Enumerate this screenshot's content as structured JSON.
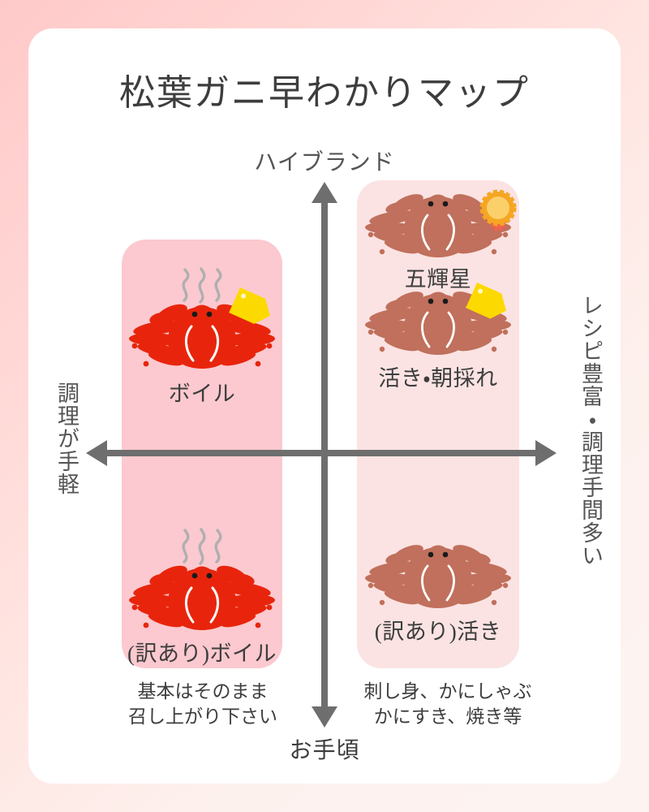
{
  "page": {
    "title": "松葉ガニ早わかりマップ",
    "background_outer": "#ffc9c9",
    "card_background": "#ffffff"
  },
  "axes": {
    "top_label": "ハイブランド",
    "bottom_label": "お手頃",
    "left_label": "調理が手軽",
    "right_label": "レシピ豊富・調理手間多い",
    "arrow_color": "#6e6e6e",
    "vertical_arrow": "up-down-arrow",
    "horizontal_arrow": "left-right-arrow"
  },
  "columns": {
    "left": {
      "name": "boil-column",
      "color": "#fbc9cf"
    },
    "right": {
      "name": "live-column",
      "color": "#fbe3e3"
    }
  },
  "items": [
    {
      "id": "boil",
      "label": "ボイル",
      "crab_type": "boiled",
      "crab_color": "#e8250c",
      "steam": true,
      "tag": "price-tag",
      "badge": null,
      "quadrant": "top-left"
    },
    {
      "id": "gokisei",
      "label": "五輝星",
      "crab_type": "raw",
      "crab_color": "#c0705c",
      "steam": false,
      "tag": null,
      "badge": "award-rosette",
      "quadrant": "top-right"
    },
    {
      "id": "iki-asadore",
      "label": "活き・朝採れ",
      "crab_type": "raw",
      "crab_color": "#c0705c",
      "steam": false,
      "tag": "price-tag",
      "badge": null,
      "quadrant": "top-right"
    },
    {
      "id": "wakeari-boil",
      "label": "(訳あり)ボイル",
      "crab_type": "boiled",
      "crab_color": "#e8250c",
      "steam": true,
      "tag": null,
      "badge": null,
      "quadrant": "bottom-left"
    },
    {
      "id": "wakeari-iki",
      "label": "(訳あり)活き",
      "crab_type": "raw",
      "crab_color": "#c0705c",
      "steam": false,
      "tag": null,
      "badge": null,
      "quadrant": "bottom-right"
    }
  ],
  "notes": {
    "left_line1": "基本はそのまま",
    "left_line2": "召し上がり下さい",
    "right_line1": "刺し身、かにしゃぶ",
    "right_line2": "かにすき、焼き等"
  },
  "colors": {
    "crab_boiled": "#e8250c",
    "crab_raw": "#c0705c",
    "tag_yellow": "#fcd900",
    "badge_outer": "#f5a623",
    "badge_inner": "#fbd06b",
    "badge_ribbon": "#f4604a",
    "steam_gray": "#afafaf",
    "text_dark": "#3d3d3d",
    "text_gray": "#555555"
  }
}
